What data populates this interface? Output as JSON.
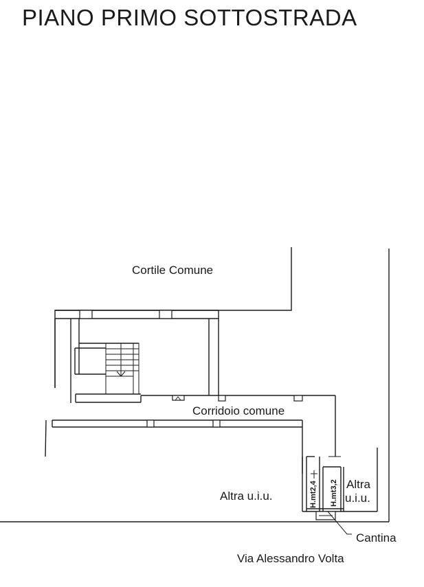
{
  "title": "PIANO PRIMO SOTTOSTRADA",
  "labels": {
    "cortile": "Cortile Comune",
    "corridoio": "Corridoio comune",
    "altra_left": "Altra u.i.u.",
    "altra_right_line1": "Altra",
    "altra_right_line2": "u.i.u.",
    "height_1": "H.mt2,4",
    "height_2": "H.mt3,2",
    "cantina": "Cantina",
    "street": "Via Alessandro Volta"
  }
}
